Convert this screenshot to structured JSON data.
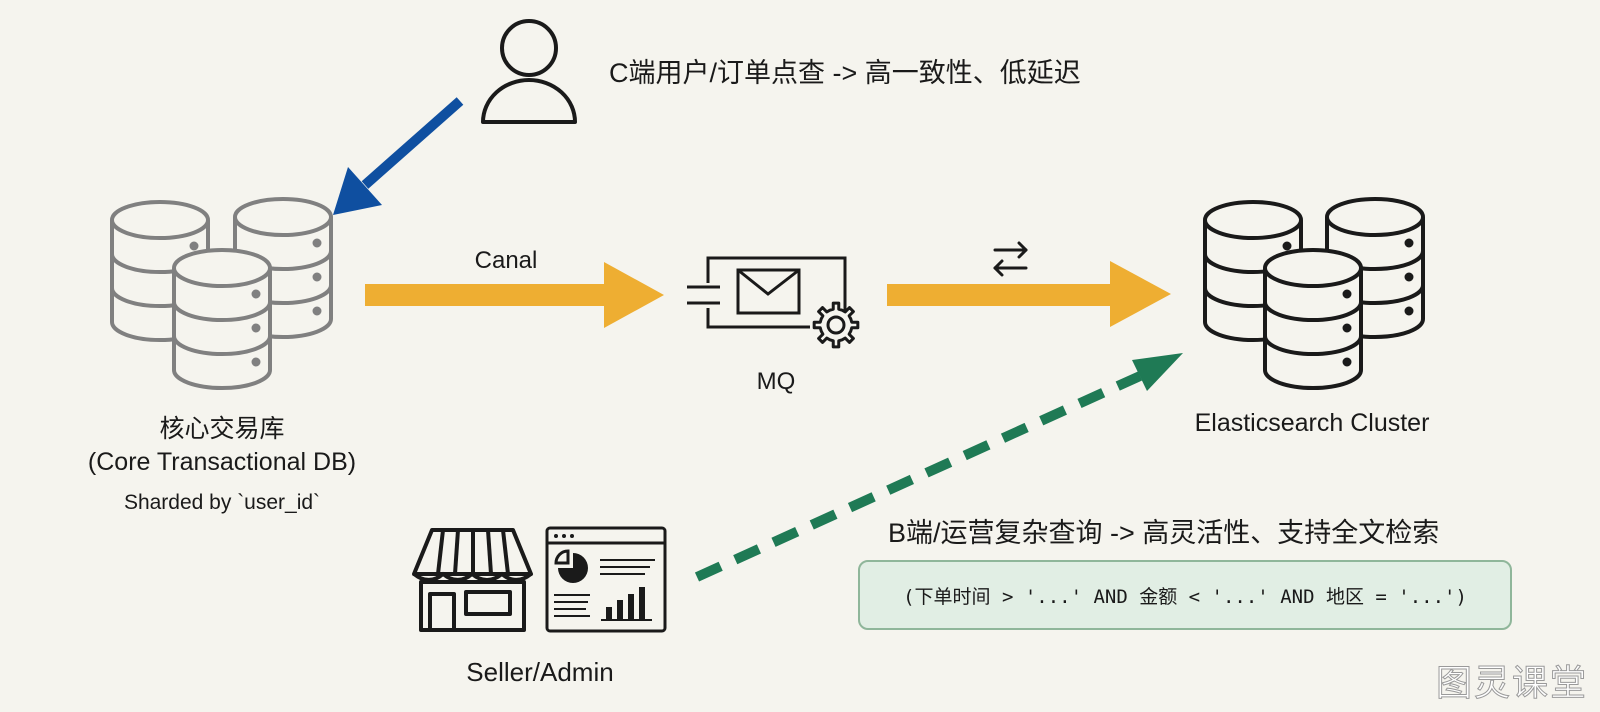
{
  "user": {
    "annotation": "C端用户/订单点查 -> 高一致性、低延迟"
  },
  "source": {
    "name": "核心交易库",
    "subtitle": "(Core Transactional DB)",
    "note": "Sharded by `user_id`"
  },
  "pipeline": {
    "sync_label": "Canal",
    "queue_label": "MQ",
    "sync_symbol": "⇄"
  },
  "target": {
    "name": "Elasticsearch Cluster"
  },
  "business": {
    "actor_label": "Seller/Admin",
    "annotation": "B端/运营复杂查询 -> 高灵活性、支持全文检索",
    "query_example": "(下单时间 > '...' AND 金额 < '...' AND 地区 = '...')"
  },
  "watermark": "图灵课堂",
  "colors": {
    "background": "#f5f4ee",
    "user_arrow": "#0f4fa0",
    "data_flow_arrow": "#eeae32",
    "admin_arrow": "#1f7a55",
    "query_box_fill": "#e1eee4",
    "source_db_stroke": "#808080",
    "target_db_stroke": "#1a1a1a"
  },
  "icons": [
    "user-icon",
    "database-cluster-icon",
    "message-queue-icon",
    "gear-icon",
    "storefront-icon",
    "dashboard-icon"
  ]
}
